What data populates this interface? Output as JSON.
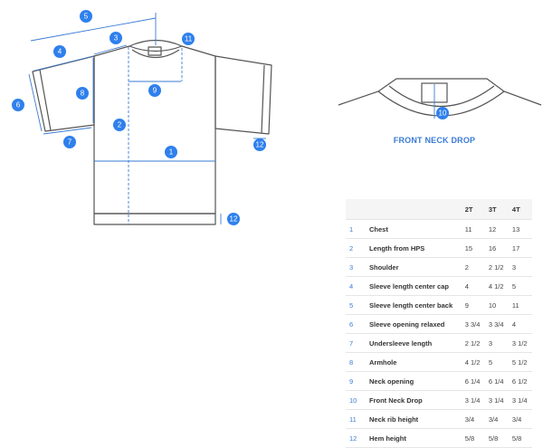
{
  "neck_diagram": {
    "title": "FRONT NECK DROP"
  },
  "badges": [
    "1",
    "2",
    "3",
    "4",
    "5",
    "6",
    "7",
    "8",
    "9",
    "10",
    "11",
    "12"
  ],
  "table": {
    "sizes": [
      "2T",
      "3T",
      "4T"
    ],
    "rows": [
      {
        "num": "1",
        "name": "Chest",
        "values": [
          "11",
          "12",
          "13"
        ]
      },
      {
        "num": "2",
        "name": "Length from HPS",
        "values": [
          "15",
          "16",
          "17"
        ]
      },
      {
        "num": "3",
        "name": "Shoulder",
        "values": [
          "2",
          "2 1/2",
          "3"
        ]
      },
      {
        "num": "4",
        "name": "Sleeve length center cap",
        "values": [
          "4",
          "4 1/2",
          "5"
        ]
      },
      {
        "num": "5",
        "name": "Sleeve length center back",
        "values": [
          "9",
          "10",
          "11"
        ]
      },
      {
        "num": "6",
        "name": "Sleeve opening relaxed",
        "values": [
          "3 3/4",
          "3 3/4",
          "4"
        ]
      },
      {
        "num": "7",
        "name": "Undersleeve length",
        "values": [
          "2 1/2",
          "3",
          "3 1/2"
        ]
      },
      {
        "num": "8",
        "name": "Armhole",
        "values": [
          "4 1/2",
          "5",
          "5 1/2"
        ]
      },
      {
        "num": "9",
        "name": "Neck opening",
        "values": [
          "6 1/4",
          "6 1/4",
          "6 1/2"
        ]
      },
      {
        "num": "10",
        "name": "Front Neck Drop",
        "values": [
          "3 1/4",
          "3 1/4",
          "3 1/4"
        ]
      },
      {
        "num": "11",
        "name": "Neck rib height",
        "values": [
          "3/4",
          "3/4",
          "3/4"
        ]
      },
      {
        "num": "12",
        "name": "Hem height",
        "values": [
          "5/8",
          "5/8",
          "5/8"
        ]
      }
    ]
  },
  "colors": {
    "accent": "#3a7bd5",
    "outline": "#555555",
    "badge": "#2f80ed"
  }
}
